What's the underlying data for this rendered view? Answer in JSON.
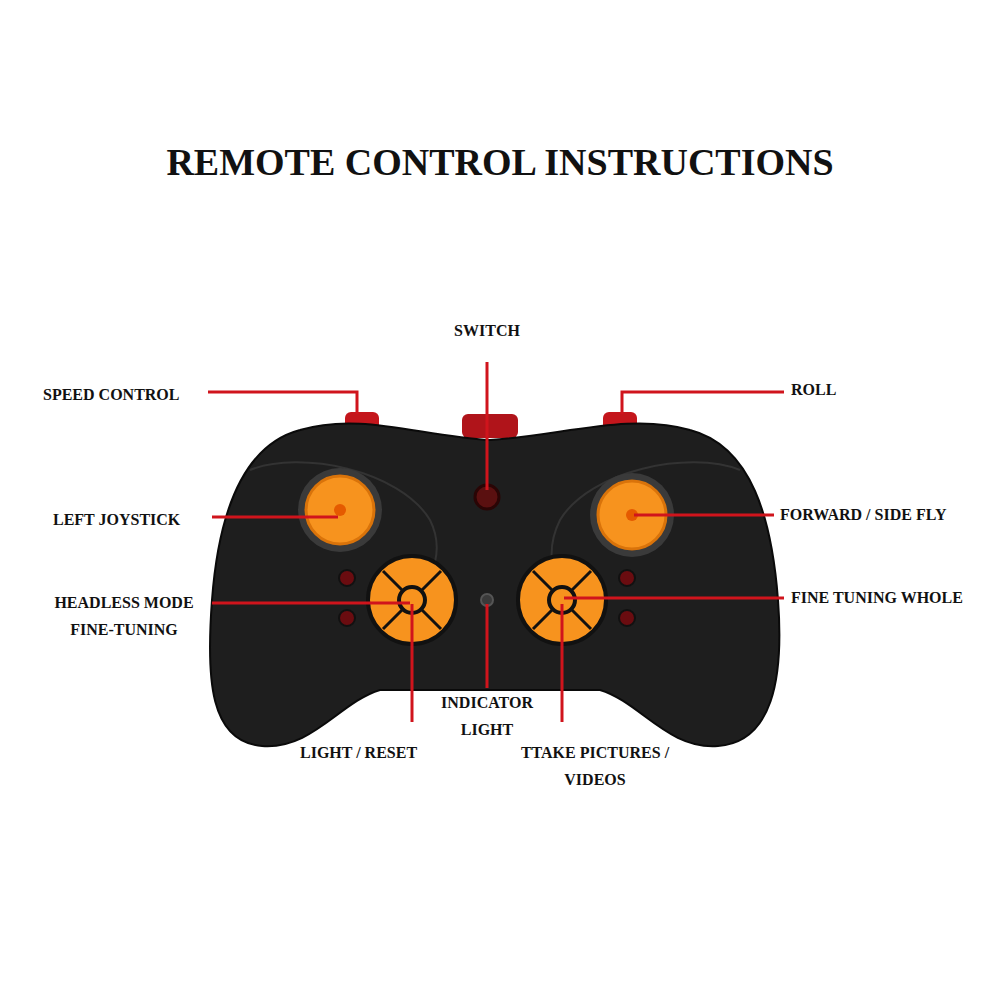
{
  "diagram": {
    "title": "REMOTE CONTROL INSTRUCTIONS",
    "labels": [
      "SWITCH",
      "SPEED CONTROL",
      "ROLL",
      "LEFT JOYSTICK",
      "FORWARD / SIDE FLY",
      "HEADLESS MODE FINE-TUNING",
      "FINE TUNING WHOLE",
      "INDICATOR LIGHT",
      "LIGHT / RESET",
      "TTAKE PICTURES / VIDEOS"
    ]
  }
}
